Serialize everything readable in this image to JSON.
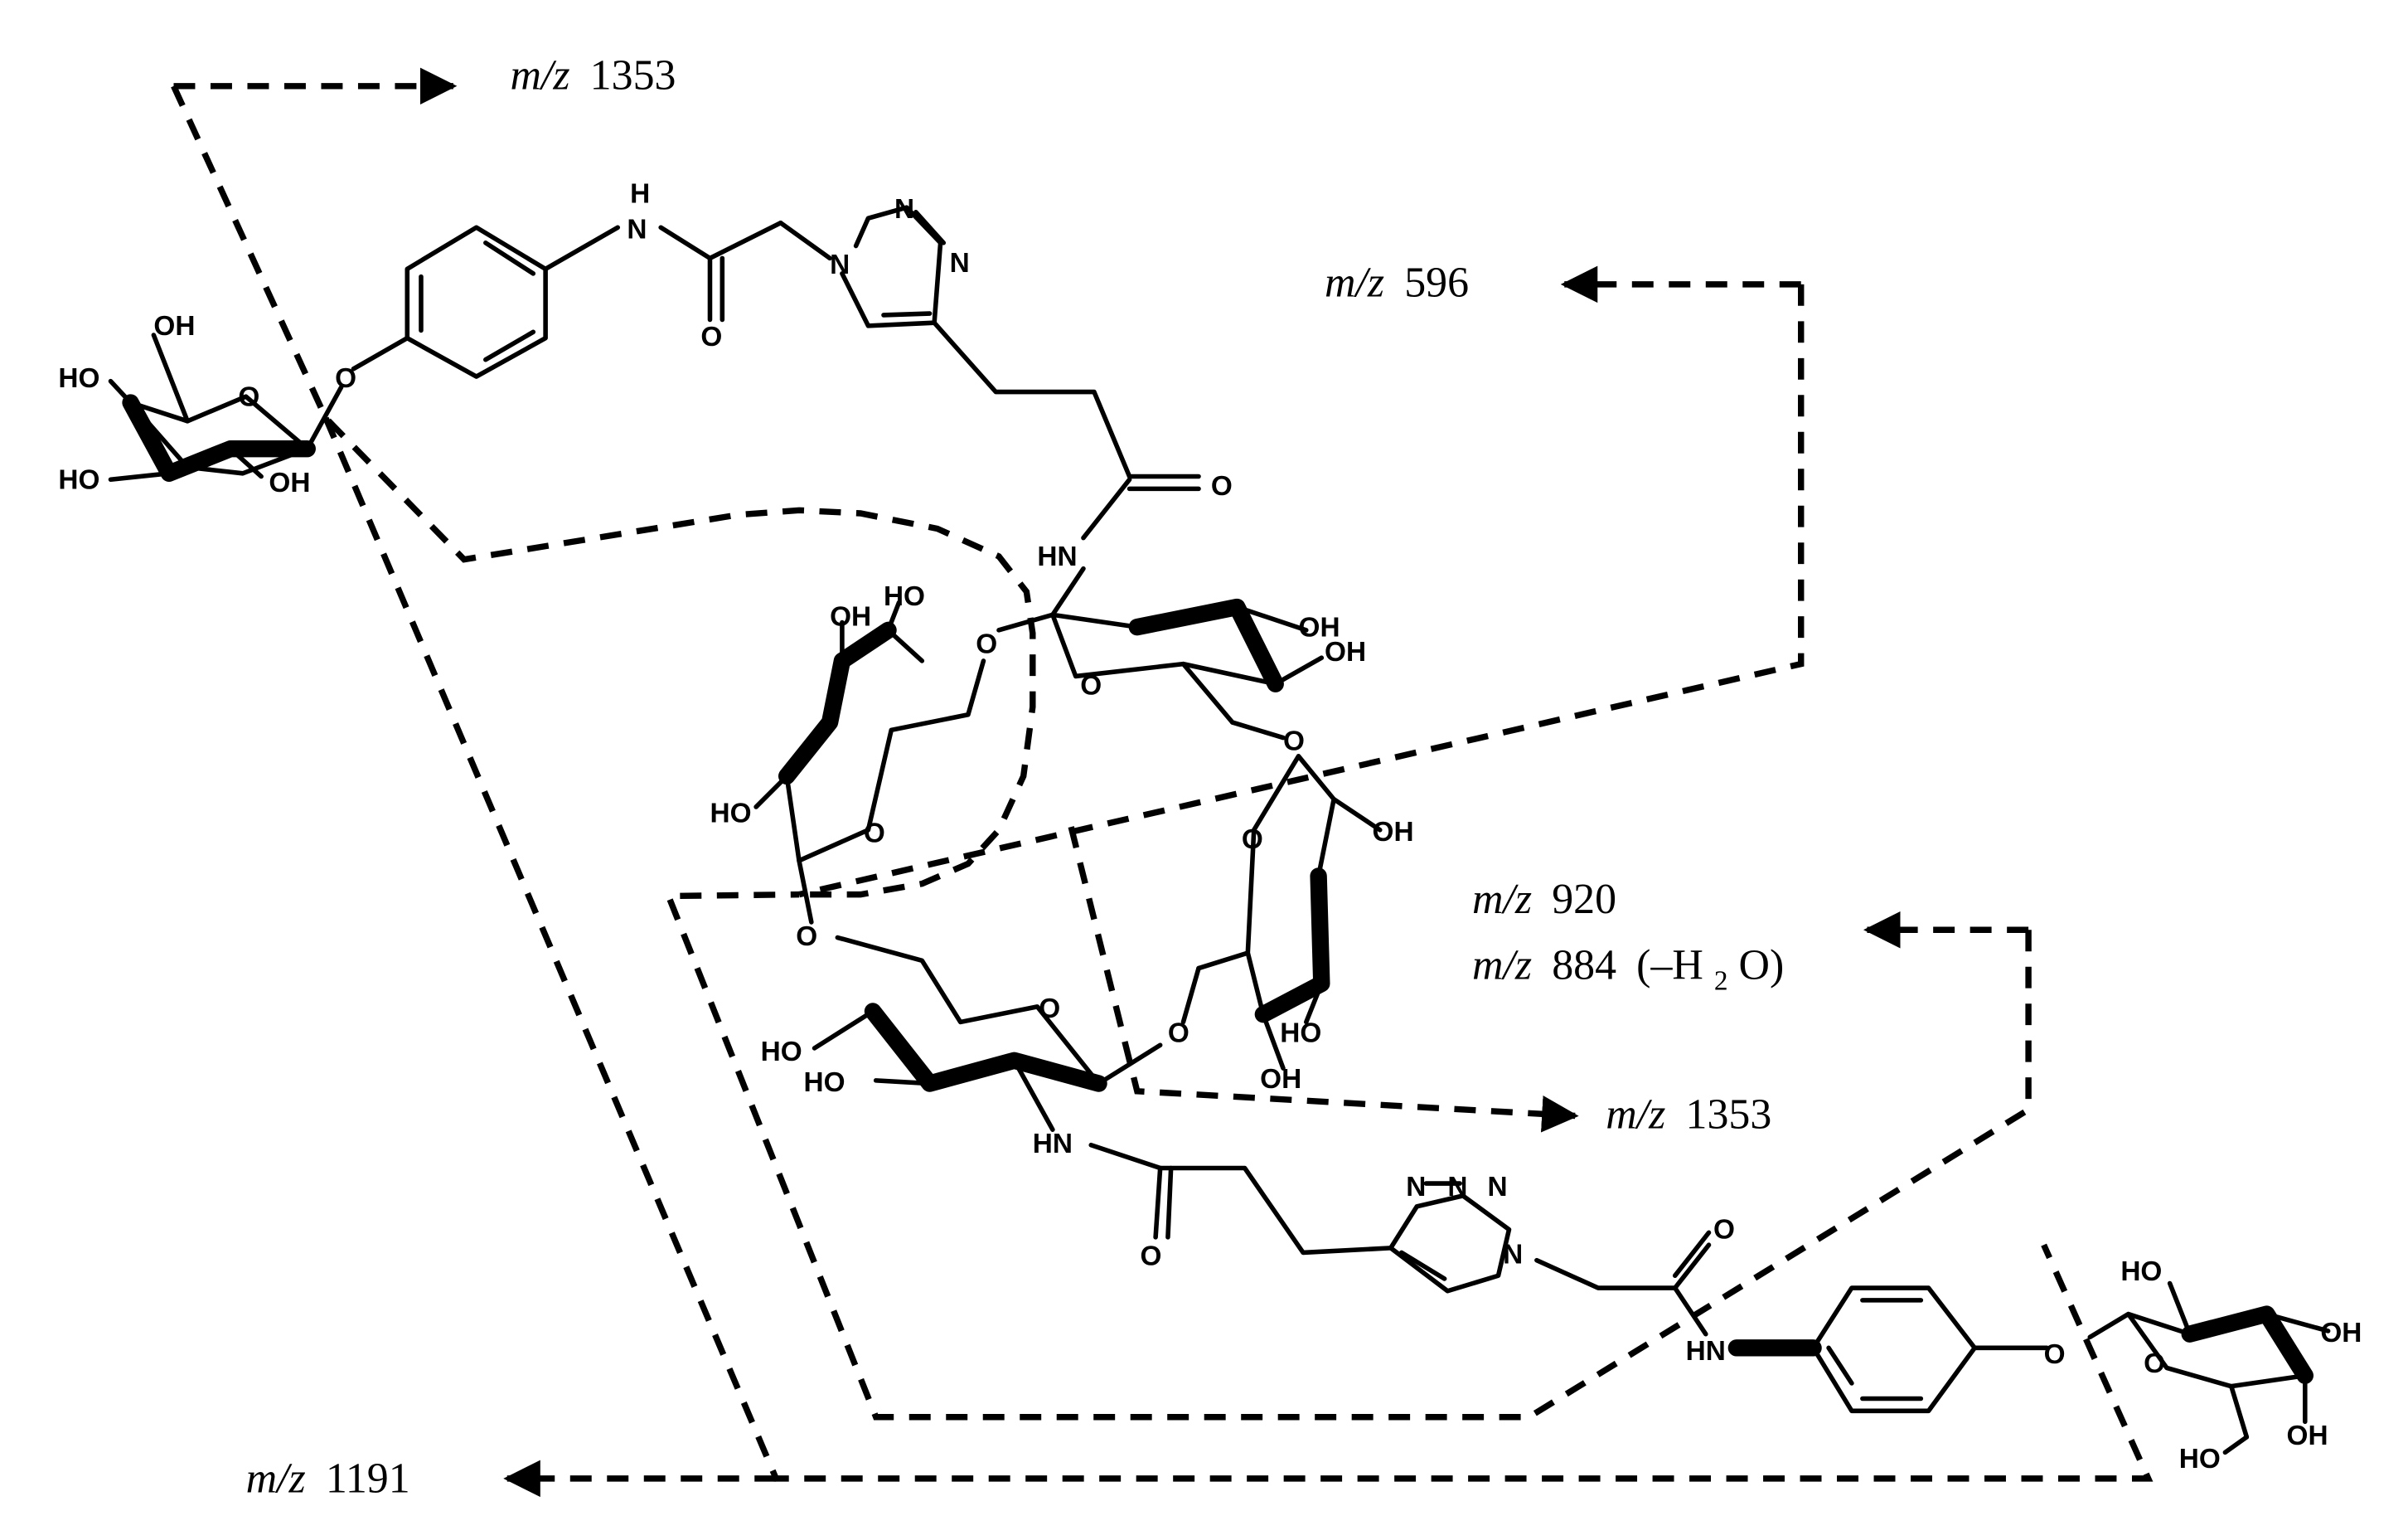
{
  "diagram": {
    "fragments": {
      "top": {
        "mz_prefix": "m/z",
        "value": "1353"
      },
      "upper_right": {
        "mz_prefix": "m/z",
        "value": "596"
      },
      "mid_right_1": {
        "mz_prefix": "m/z",
        "value": "920"
      },
      "mid_right_2": {
        "mz_prefix": "m/z",
        "value": "884",
        "note_prefix": "(–H",
        "note_subscript": "2",
        "note_suffix": "O)"
      },
      "middle": {
        "mz_prefix": "m/z",
        "value": "1353"
      },
      "bottom": {
        "mz_prefix": "m/z",
        "value": "1191"
      }
    },
    "atoms": {
      "oh": "OH",
      "ho": "HO",
      "o": "O",
      "n": "N",
      "h": "H",
      "hn": "HN"
    }
  }
}
